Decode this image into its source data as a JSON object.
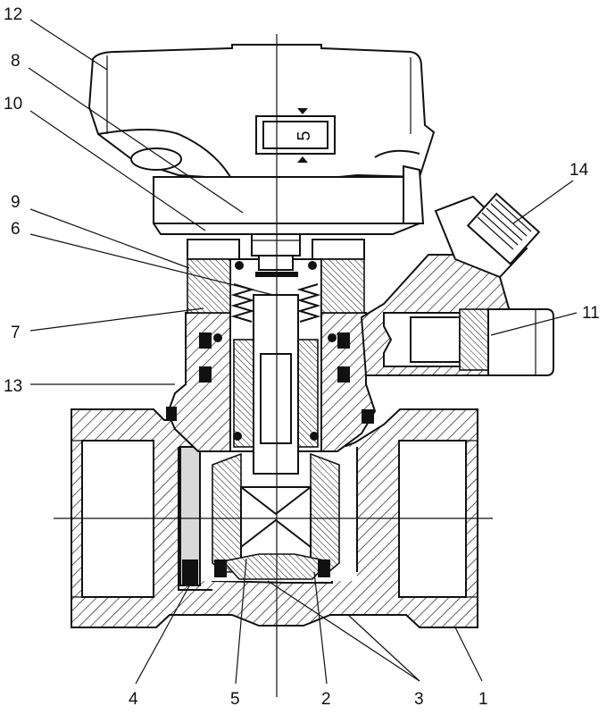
{
  "diagram": {
    "callouts": [
      {
        "id": "12",
        "text": "12"
      },
      {
        "id": "8",
        "text": "8"
      },
      {
        "id": "10",
        "text": "10"
      },
      {
        "id": "9",
        "text": "9"
      },
      {
        "id": "6",
        "text": "6"
      },
      {
        "id": "7",
        "text": "7"
      },
      {
        "id": "13",
        "text": "13"
      },
      {
        "id": "14",
        "text": "14"
      },
      {
        "id": "11",
        "text": "11"
      },
      {
        "id": "4",
        "text": "4"
      },
      {
        "id": "5",
        "text": "5"
      },
      {
        "id": "2",
        "text": "2"
      },
      {
        "id": "3",
        "text": "3"
      },
      {
        "id": "1",
        "text": "1"
      }
    ],
    "indicator_value": "5"
  }
}
